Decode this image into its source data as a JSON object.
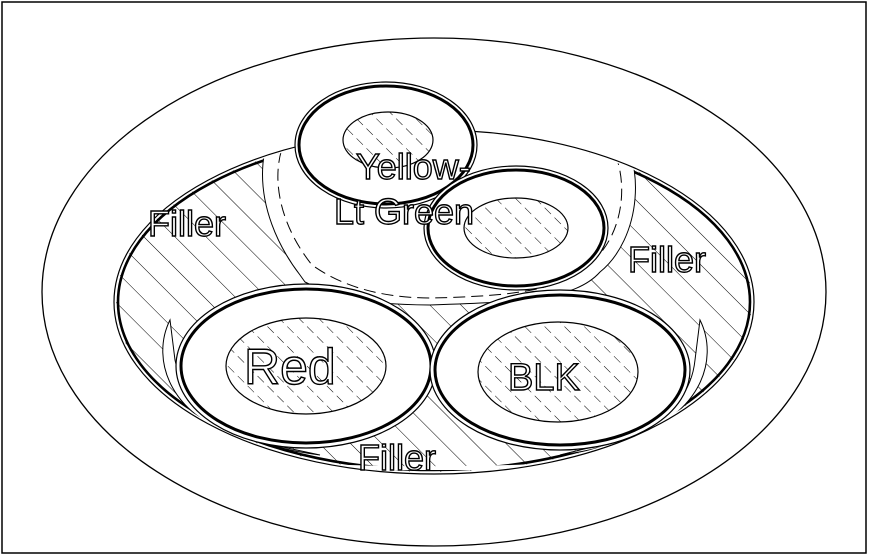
{
  "diagram": {
    "labels": {
      "filler_left": "Filler",
      "filler_right": "Filler",
      "filler_bottom": "Filler",
      "yellow_line1": "Yellow-",
      "yellow_line2": "Lt Green",
      "red": "Red",
      "blk": "BLK"
    },
    "colors": {
      "line": "#000000",
      "background": "#ffffff"
    }
  }
}
